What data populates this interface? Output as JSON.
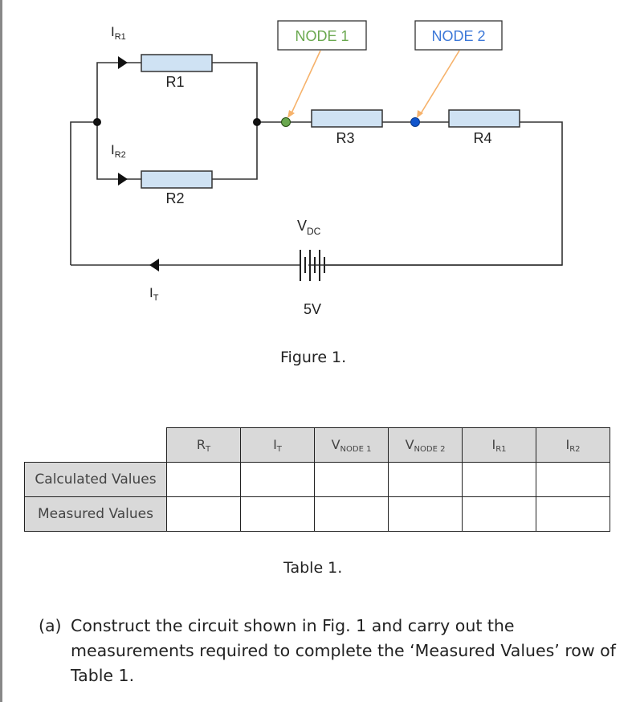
{
  "figure": {
    "labels": {
      "ir1_main": "I",
      "ir1_sub": "R1",
      "ir2_main": "I",
      "ir2_sub": "R2",
      "it_main": "I",
      "it_sub": "T",
      "r1": "R1",
      "r2": "R2",
      "r3": "R3",
      "r4": "R4",
      "vdc_main": "V",
      "vdc_sub": "DC",
      "source_value": "5V",
      "node1": "NODE 1",
      "node2": "NODE 2"
    },
    "colors": {
      "resistor_fill": "#cfe2f3",
      "node1": "#6aa84f",
      "node2": "#1155cc",
      "pointer": "#f6b26b",
      "wire": "#333333"
    },
    "caption": "Figure 1."
  },
  "table": {
    "headers": [
      {
        "main": "R",
        "sub": "T"
      },
      {
        "main": "I",
        "sub": "T"
      },
      {
        "main": "V",
        "sub": "NODE 1"
      },
      {
        "main": "V",
        "sub": "NODE 2"
      },
      {
        "main": "I",
        "sub": "R1"
      },
      {
        "main": "I",
        "sub": "R2"
      }
    ],
    "rows": [
      {
        "label": "Calculated Values",
        "values": [
          "",
          "",
          "",
          "",
          "",
          ""
        ]
      },
      {
        "label": "Measured Values",
        "values": [
          "",
          "",
          "",
          "",
          "",
          ""
        ]
      }
    ],
    "caption": "Table 1."
  },
  "question": {
    "tag": "(a)",
    "text": "Construct the circuit shown in Fig. 1 and carry out the measurements required to complete the ‘Measured Values’ row of Table 1."
  }
}
